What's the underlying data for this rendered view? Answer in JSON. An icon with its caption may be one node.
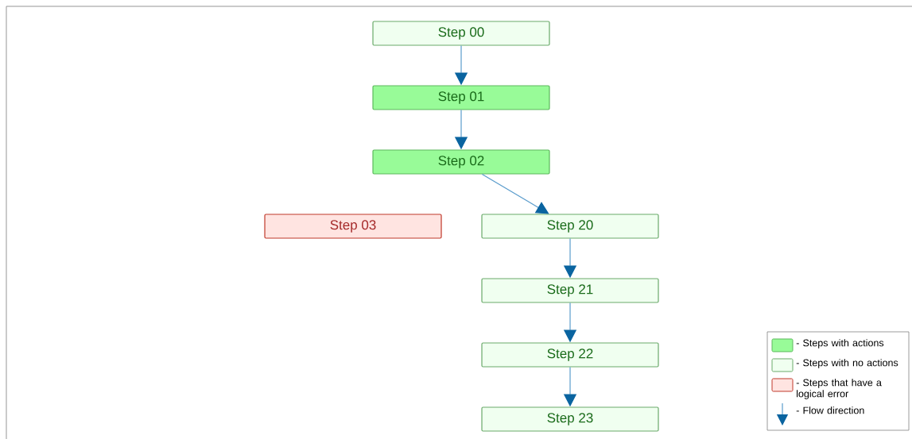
{
  "diagram": {
    "nodes": [
      {
        "text": [
          "Step 00"
        ]
      },
      {
        "text": [
          "Step 01"
        ]
      },
      {
        "text": [
          "Step 02"
        ]
      },
      {
        "text": [
          "Step 03"
        ]
      },
      {
        "text": [
          "Step 20"
        ]
      },
      {
        "text": [
          "Step 21"
        ]
      },
      {
        "text": [
          "Step 22"
        ]
      },
      {
        "text": [
          "Step 23"
        ]
      }
    ],
    "edges": [
      {
        "from": 0,
        "to": 1,
        "arrow": "to"
      },
      {
        "from": 1,
        "to": 2,
        "arrow": "to"
      },
      {
        "from": 2,
        "to": 4,
        "arrow": "to"
      },
      {
        "from": 4,
        "to": 5,
        "arrow": "to"
      },
      {
        "from": 5,
        "to": 6,
        "arrow": "to"
      },
      {
        "from": 6,
        "to": 7,
        "arrow": "to"
      }
    ],
    "legend": [
      {
        "text": "- Steps with actions",
        "color": "#98fb98"
      },
      {
        "text": "- Steps with no actions",
        "color": "#f0fff0"
      },
      {
        "text": "- Steps that have a logical error",
        "color": "#ffe4e1"
      },
      {
        "text": "- Flow direction"
      }
    ]
  }
}
